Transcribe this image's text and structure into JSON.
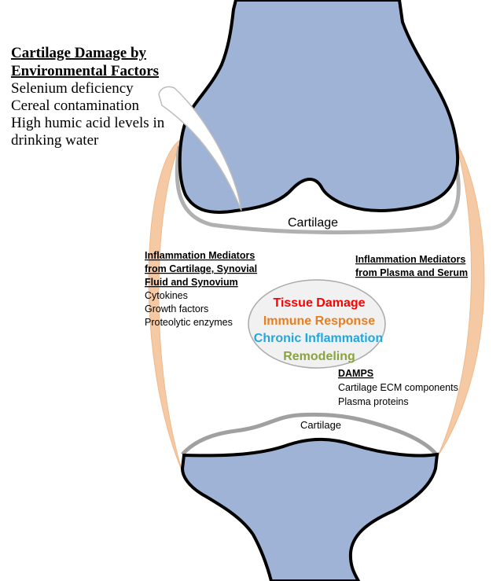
{
  "environmental": {
    "title_line1": "Cartilage Damage by",
    "title_line2": "Environmental Factors",
    "items": [
      "Selenium deficiency",
      "Cereal contamination",
      "High humic acid levels in",
      "drinking water"
    ]
  },
  "labels": {
    "top_cartilage": "Cartilage",
    "bottom_cartilage": "Cartilage"
  },
  "synovial_mediators": {
    "title_line1": "Inflammation Mediators",
    "title_line2": "from Cartilage, Synovial",
    "title_line3": "Fluid and Synovium",
    "items": [
      "Cytokines",
      "Growth factors",
      "Proteolytic enzymes"
    ]
  },
  "plasma_mediators": {
    "title_line1": "Inflammation Mediators",
    "title_line2": "from Plasma and Serum"
  },
  "center": {
    "items": [
      {
        "text": "Tissue Damage",
        "color": "#ff0000"
      },
      {
        "text": "Immune Response",
        "color": "#e67e22"
      },
      {
        "text": "Chronic Inflammation",
        "color": "#1fa8e0"
      },
      {
        "text": "Remodeling",
        "color": "#8aa33f"
      }
    ]
  },
  "damps": {
    "title": "DAMPS",
    "items": [
      "Cartilage ECM components",
      "Plasma proteins"
    ]
  },
  "colors": {
    "bone": "#9fb3d6",
    "bone_outline": "#000000",
    "cartilage": "#b0b0b0",
    "capsule": "#f5c9a3",
    "ellipse_fill": "#f1f1f1",
    "ellipse_stroke": "#a9a9a9"
  }
}
